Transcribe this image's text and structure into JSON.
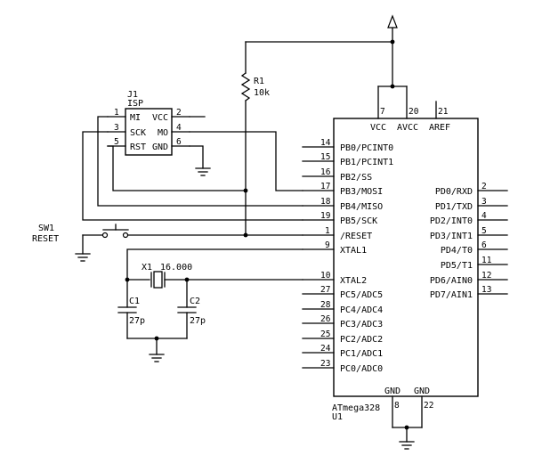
{
  "u1": {
    "name": "ATmega328",
    "ref": "U1",
    "top_pins": [
      {
        "num": "7",
        "name": "VCC"
      },
      {
        "num": "20",
        "name": "AVCC"
      },
      {
        "num": "21",
        "name": "AREF"
      }
    ],
    "left_pins": [
      {
        "num": "14",
        "name": "PB0/PCINT0"
      },
      {
        "num": "15",
        "name": "PB1/PCINT1"
      },
      {
        "num": "16",
        "name": "PB2/SS"
      },
      {
        "num": "17",
        "name": "PB3/MOSI"
      },
      {
        "num": "18",
        "name": "PB4/MISO"
      },
      {
        "num": "19",
        "name": "PB5/SCK"
      },
      {
        "num": "1",
        "name": "/RESET"
      },
      {
        "num": "9",
        "name": "XTAL1"
      },
      {
        "num": "10",
        "name": "XTAL2"
      },
      {
        "num": "27",
        "name": "PC5/ADC5"
      },
      {
        "num": "28",
        "name": "PC4/ADC4"
      },
      {
        "num": "26",
        "name": "PC3/ADC3"
      },
      {
        "num": "25",
        "name": "PC2/ADC2"
      },
      {
        "num": "24",
        "name": "PC1/ADC1"
      },
      {
        "num": "23",
        "name": "PC0/ADC0"
      }
    ],
    "right_pins": [
      {
        "num": "2",
        "name": "PD0/RXD"
      },
      {
        "num": "3",
        "name": "PD1/TXD"
      },
      {
        "num": "4",
        "name": "PD2/INT0"
      },
      {
        "num": "5",
        "name": "PD3/INT1"
      },
      {
        "num": "6",
        "name": "PD4/T0"
      },
      {
        "num": "11",
        "name": "PD5/T1"
      },
      {
        "num": "12",
        "name": "PD6/AIN0"
      },
      {
        "num": "13",
        "name": "PD7/AIN1"
      }
    ],
    "bottom_pins": [
      {
        "num": "8",
        "name": "GND"
      },
      {
        "num": "22",
        "name": "GND"
      }
    ]
  },
  "j1": {
    "ref": "J1",
    "name": "ISP",
    "left_pins": [
      {
        "num": "1",
        "name": "MI"
      },
      {
        "num": "3",
        "name": "SCK"
      },
      {
        "num": "5",
        "name": "RST"
      }
    ],
    "right_pins": [
      {
        "num": "2",
        "name": "VCC"
      },
      {
        "num": "4",
        "name": "MO"
      },
      {
        "num": "6",
        "name": "GND"
      }
    ]
  },
  "r1": {
    "ref": "R1",
    "value": "10k"
  },
  "sw1": {
    "ref": "SW1",
    "name": "RESET"
  },
  "x1": {
    "ref": "X1",
    "value": "16.000"
  },
  "c1": {
    "ref": "C1",
    "value": "27p"
  },
  "c2": {
    "ref": "C2",
    "value": "27p"
  }
}
